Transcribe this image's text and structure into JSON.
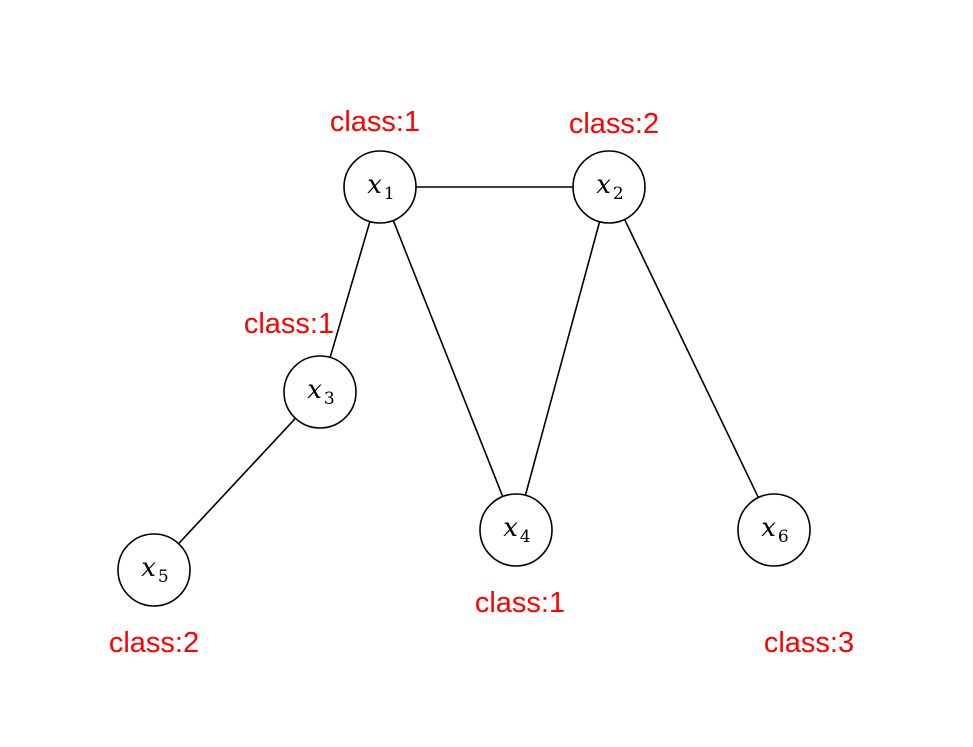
{
  "diagram": {
    "type": "graph",
    "label_color": "#ff0000",
    "nodes": [
      {
        "id": "x1",
        "var": "x",
        "sub": "1",
        "class_label": "class:1"
      },
      {
        "id": "x2",
        "var": "x",
        "sub": "2",
        "class_label": "class:2"
      },
      {
        "id": "x3",
        "var": "x",
        "sub": "3",
        "class_label": "class:1"
      },
      {
        "id": "x4",
        "var": "x",
        "sub": "4",
        "class_label": "class:1"
      },
      {
        "id": "x5",
        "var": "x",
        "sub": "5",
        "class_label": "class:2"
      },
      {
        "id": "x6",
        "var": "x",
        "sub": "6",
        "class_label": "class:3"
      }
    ],
    "edges": [
      {
        "from": "x1",
        "to": "x2"
      },
      {
        "from": "x1",
        "to": "x3"
      },
      {
        "from": "x1",
        "to": "x4"
      },
      {
        "from": "x2",
        "to": "x4"
      },
      {
        "from": "x2",
        "to": "x6"
      },
      {
        "from": "x3",
        "to": "x5"
      }
    ]
  }
}
